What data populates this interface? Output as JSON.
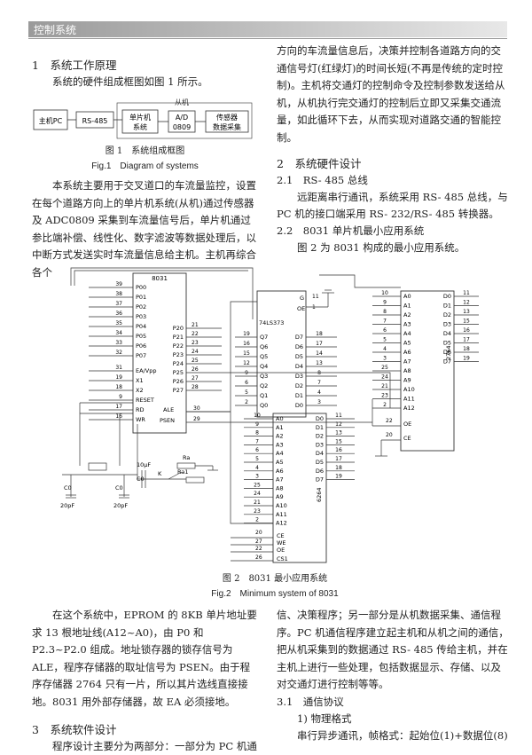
{
  "header": {
    "title": "控制系统"
  },
  "left_top": {
    "s1_heading": "1　系统工作原理",
    "s1_para": "系统的硬件组成框图如图 1 所示。",
    "fig1": {
      "host": "主机PC",
      "rs485": "RS-485",
      "mcu_line1": "单片机",
      "mcu_line2": "系统",
      "slave": "从机",
      "ad_line1": "A/D",
      "ad_line2": "0809",
      "sensor_line1": "传感器",
      "sensor_line2": "数据采集",
      "caption_cn": "图 1　系统组成框图",
      "caption_en": "Fig.1　Diagram of systems"
    },
    "para2": "本系统主要用于交叉道口的车流量监控，设置在每个道路方向上的单片机系统(从机)通过传感器及 ADC0809 采集到车流量信号后，单片机通过参比端补偿、线性化、数字滤波等数据处理后，以中断方式发送实时车流量信息给主机。主机再综合各个"
  },
  "right_top": {
    "para": "方向的车流量信息后，决策并控制各道路方向的交通信号灯(红绿灯)的时间长短(不再是传统的定时控制)。主机将交通灯的控制命令及控制参数发送给从机，从机执行完交通灯的控制后立即又采集交通流量，如此循环下去，从而实现对道路交通的智能控制。",
    "s2_heading": "2　系统硬件设计",
    "s21_heading": "2.1　RS- 485 总线",
    "s21_para": "远距离串行通讯，系统采用 RS- 485 总线，与 PC 机的接口端采用 RS- 232/RS- 485 转换器。",
    "s22_heading": "2.2　8031 单片机最小应用系统",
    "s22_para": "图 2 为 8031 构成的最小应用系统。"
  },
  "fig2": {
    "chip_8031": "8031",
    "pins_left_nums": [
      "39",
      "38",
      "37",
      "36",
      "35",
      "34",
      "33",
      "32"
    ],
    "pins_left_names": [
      "P00",
      "P01",
      "P02",
      "P03",
      "P04",
      "P05",
      "P06",
      "P07"
    ],
    "pins_p2_nums": [
      "21",
      "22",
      "23",
      "24",
      "25",
      "26",
      "27",
      "28"
    ],
    "pins_p2_names": [
      "P20",
      "P21",
      "P22",
      "P23",
      "P24",
      "P25",
      "P26",
      "P27"
    ],
    "ctrl_left": [
      "EA/Vpp",
      "X1",
      "X2",
      "RESET",
      "RD",
      "WR"
    ],
    "ctrl_left_nums": [
      "31",
      "19",
      "18",
      "9",
      "17",
      "16"
    ],
    "ale": "ALE",
    "psen": "PSEN",
    "ale_num": "30",
    "psen_num": "29",
    "latch": "74LS373",
    "latch_g": "G",
    "latch_oe": "OE",
    "latch_q": [
      "Q7",
      "Q6",
      "Q5",
      "Q4",
      "Q3",
      "Q2",
      "Q1",
      "Q0"
    ],
    "latch_d": [
      "D7",
      "D6",
      "D5",
      "D4",
      "D3",
      "D2",
      "D1",
      "D0"
    ],
    "latch_q_nums": [
      "19",
      "16",
      "15",
      "12",
      "9",
      "6",
      "5",
      "2"
    ],
    "latch_d_nums": [
      "18",
      "17",
      "14",
      "13",
      "8",
      "7",
      "4",
      "3"
    ],
    "latch_g_num": "11",
    "latch_oe_num": "1",
    "eprom": "2764",
    "eprom_a": [
      "A0",
      "A1",
      "A2",
      "A3",
      "A4",
      "A5",
      "A6",
      "A7",
      "A8",
      "A9",
      "A10",
      "A11",
      "A12"
    ],
    "eprom_a_nums": [
      "10",
      "9",
      "8",
      "7",
      "6",
      "5",
      "4",
      "3",
      "25",
      "24",
      "21",
      "23",
      "2"
    ],
    "eprom_d": [
      "D0",
      "D1",
      "D2",
      "D3",
      "D4",
      "D5",
      "D6",
      "D7"
    ],
    "eprom_d_nums": [
      "11",
      "12",
      "13",
      "15",
      "16",
      "17",
      "18",
      "19"
    ],
    "eprom_oe": "OE",
    "eprom_ce": "CE",
    "eprom_oe_num": "22",
    "eprom_ce_num": "20",
    "ram": "6264",
    "ram_a": [
      "A0",
      "A1",
      "A2",
      "A3",
      "A4",
      "A5",
      "A6",
      "A7",
      "A8",
      "A9",
      "A10",
      "A11",
      "A12"
    ],
    "ram_a_nums": [
      "10",
      "9",
      "8",
      "7",
      "6",
      "5",
      "4",
      "3",
      "25",
      "24",
      "21",
      "23",
      "2"
    ],
    "ram_d": [
      "D0",
      "D1",
      "D2",
      "D3",
      "D4",
      "D5",
      "D6",
      "D7"
    ],
    "ram_d_nums": [
      "11",
      "12",
      "13",
      "15",
      "16",
      "17",
      "18",
      "19"
    ],
    "ram_ce": "CE",
    "ram_we": "WE",
    "ram_oe": "OE",
    "ram_cs1": "CS1",
    "ram_ce_num": "20",
    "ram_we_num": "27",
    "ram_oe_num": "22",
    "ram_cs1_num": "26",
    "c0_1": "C0",
    "c0_2": "C0",
    "cap_val_1": "20pF",
    "cap_val_2": "20pF",
    "cap_10uf": "10μF",
    "k": "K",
    "c0_3": "C0",
    "ra": "Ra",
    "ra1": "Ra1",
    "caption_cn": "图 2　8031 最小应用系统",
    "caption_en": "Fig.2　Minimum system of 8031"
  },
  "left_bottom": {
    "para": "在这个系统中，EPROM 的 8KB 单片地址要求 13 根地址线(A12~A0)，由 P0 和 P2.3~P2.0 组成。地址锁存器的锁存信号为 ALE，程序存储器的取址信号为 PSEN。由于程序存储器 2764 只有一片，所以其片选线直接接地。8031 用外部存储器，故 EA 必须接地。",
    "s3_heading": "3　系统软件设计",
    "s3_para": "程序设计主要分为两部分：一部分为 PC 机通"
  },
  "right_bottom": {
    "para": "信、决策程序；另一部分是从机数据采集、通信程序。PC 机通信程序建立起主机和从机之间的通信，把从机采集到的数据通过 RS- 485 传给主机，并在主机上进行一些处理，包括数据显示、存储、以及对交通灯进行控制等等。",
    "s31_heading": "3.1　通信协议",
    "s31_sub": "1) 物理格式",
    "s31_para": "串行异步通讯，帧格式：起始位(1)+数据位(8)"
  }
}
